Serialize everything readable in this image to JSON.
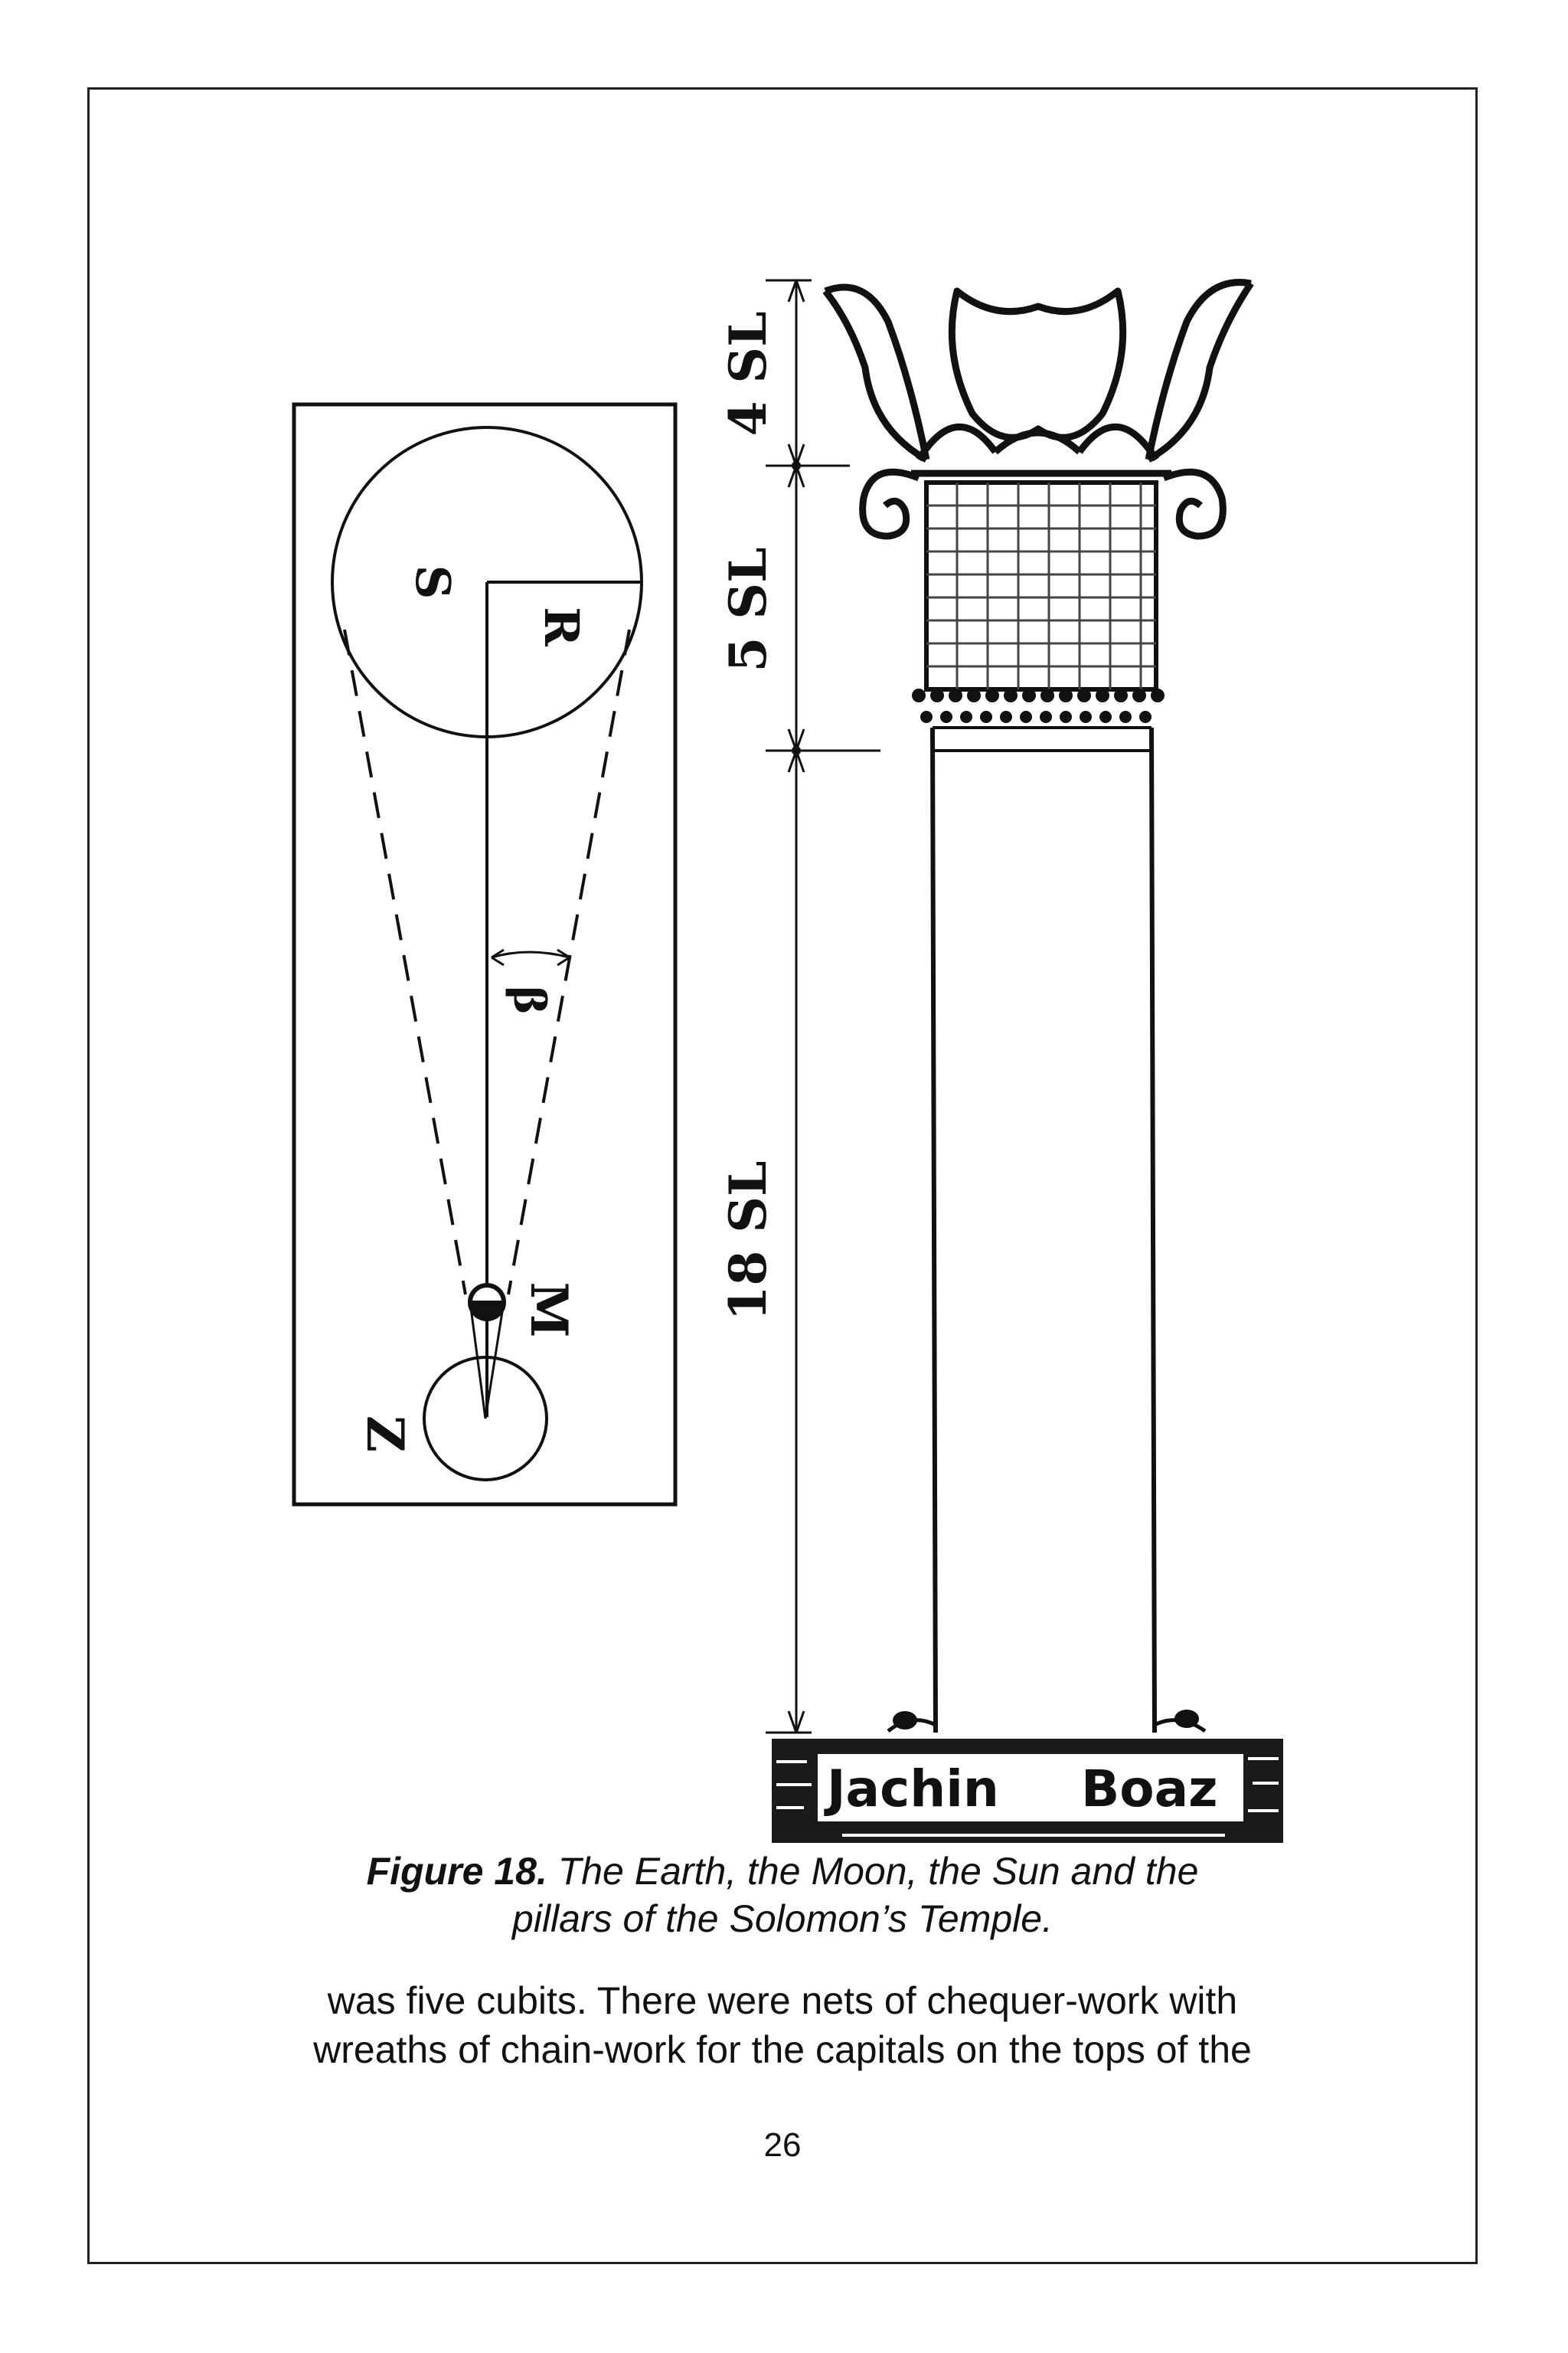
{
  "figure": {
    "astronomy_labels": {
      "sun": "S",
      "radius": "R",
      "angle": "β",
      "moon": "M",
      "earth": "Z"
    },
    "pillar_labels": {
      "capital_top": "4 SL",
      "capital_net": "5 SL",
      "shaft": "18 SL"
    },
    "base_names": {
      "left": "Jachin",
      "right": "Boaz"
    }
  },
  "caption": {
    "label": "Figure 18.",
    "text_line1": " The Earth, the Moon, the Sun and the",
    "text_line2": "pillars of the Solomon’s Temple."
  },
  "body": {
    "line1": "was five cubits. There were nets of chequer-work with",
    "line2": "wreaths of chain-work for the capitals on the tops of the"
  },
  "page_number": "26"
}
